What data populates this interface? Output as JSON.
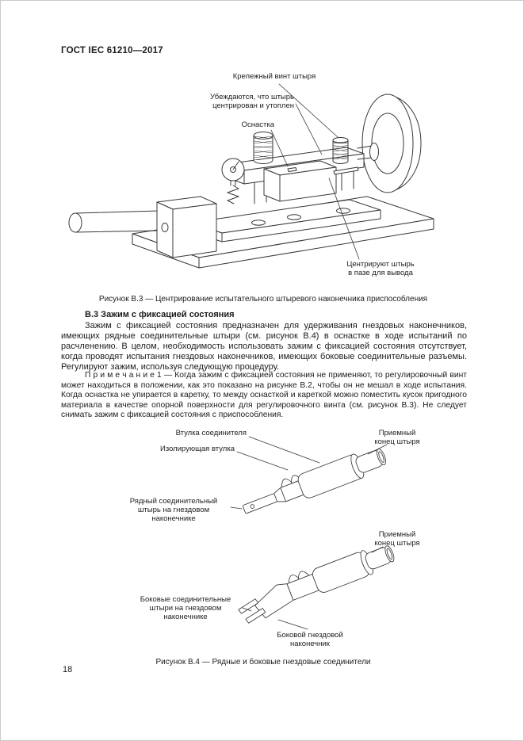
{
  "page": {
    "header": "ГОСТ IEC 61210—2017",
    "page_number": "18"
  },
  "figure_b3": {
    "labels": {
      "fixing_screw": "Крепежный винт штыря",
      "ensure": [
        "Убеждаются, что штырь",
        "центрирован и утоплен"
      ],
      "fixture": "Оснастка",
      "center_pin": [
        "Центрируют штырь",
        "в пазе для вывода"
      ]
    },
    "caption": "Рисунок В.3 — Центрирование испытательного штыревого наконечника приспособления"
  },
  "section": {
    "heading": "В.3 Зажим с фиксацией состояния",
    "paragraph1": "Зажим с фиксацией состояния предназначен для удерживания гнездовых наконечников, имеющих рядные соединительные штыри (см. рисунок В.4) в оснастке в ходе испытаний по расчленению. В целом, необходимость использовать зажим с фиксацией состояния отсутствует, когда проводят испытания гнездовых наконечников, имеющих боковые соединительные разъемы. Регулируют зажим, используя следующую процедуру.",
    "note1": "П р и м е ч а н и е   1 — Когда зажим с фиксацией состояния не применяют, то регулировочный винт может находиться в положении, как это показано на рисунке В.2, чтобы он не мешал в ходе испытания. Когда оснастка не упирается в каретку, то между оснасткой и кареткой можно поместить кусок пригодного материала в качестве опорной поверхности для регулировочного винта (см. рисунок В.3). Не следует снимать зажим с фиксацией состояния с приспособления."
  },
  "figure_b4": {
    "labels": {
      "connector_sleeve": "Втулка соединителя",
      "receiving_end_top": [
        "Приемный",
        "конец штыря"
      ],
      "insulating_sleeve": "Изолирующая втулка",
      "inline_tab": [
        "Рядный соединительный",
        "штырь на гнездовом",
        "наконечнике"
      ],
      "receiving_end_bottom": [
        "Приемный",
        "конец штыря"
      ],
      "side_tabs": [
        "Боковые соединительные",
        "штыри на гнездовом",
        "наконечнике"
      ],
      "side_receptacle": [
        "Боковой гнездовой",
        "наконечник"
      ]
    },
    "caption": "Рисунок В.4 — Рядные и боковые гнездовые соединители"
  }
}
